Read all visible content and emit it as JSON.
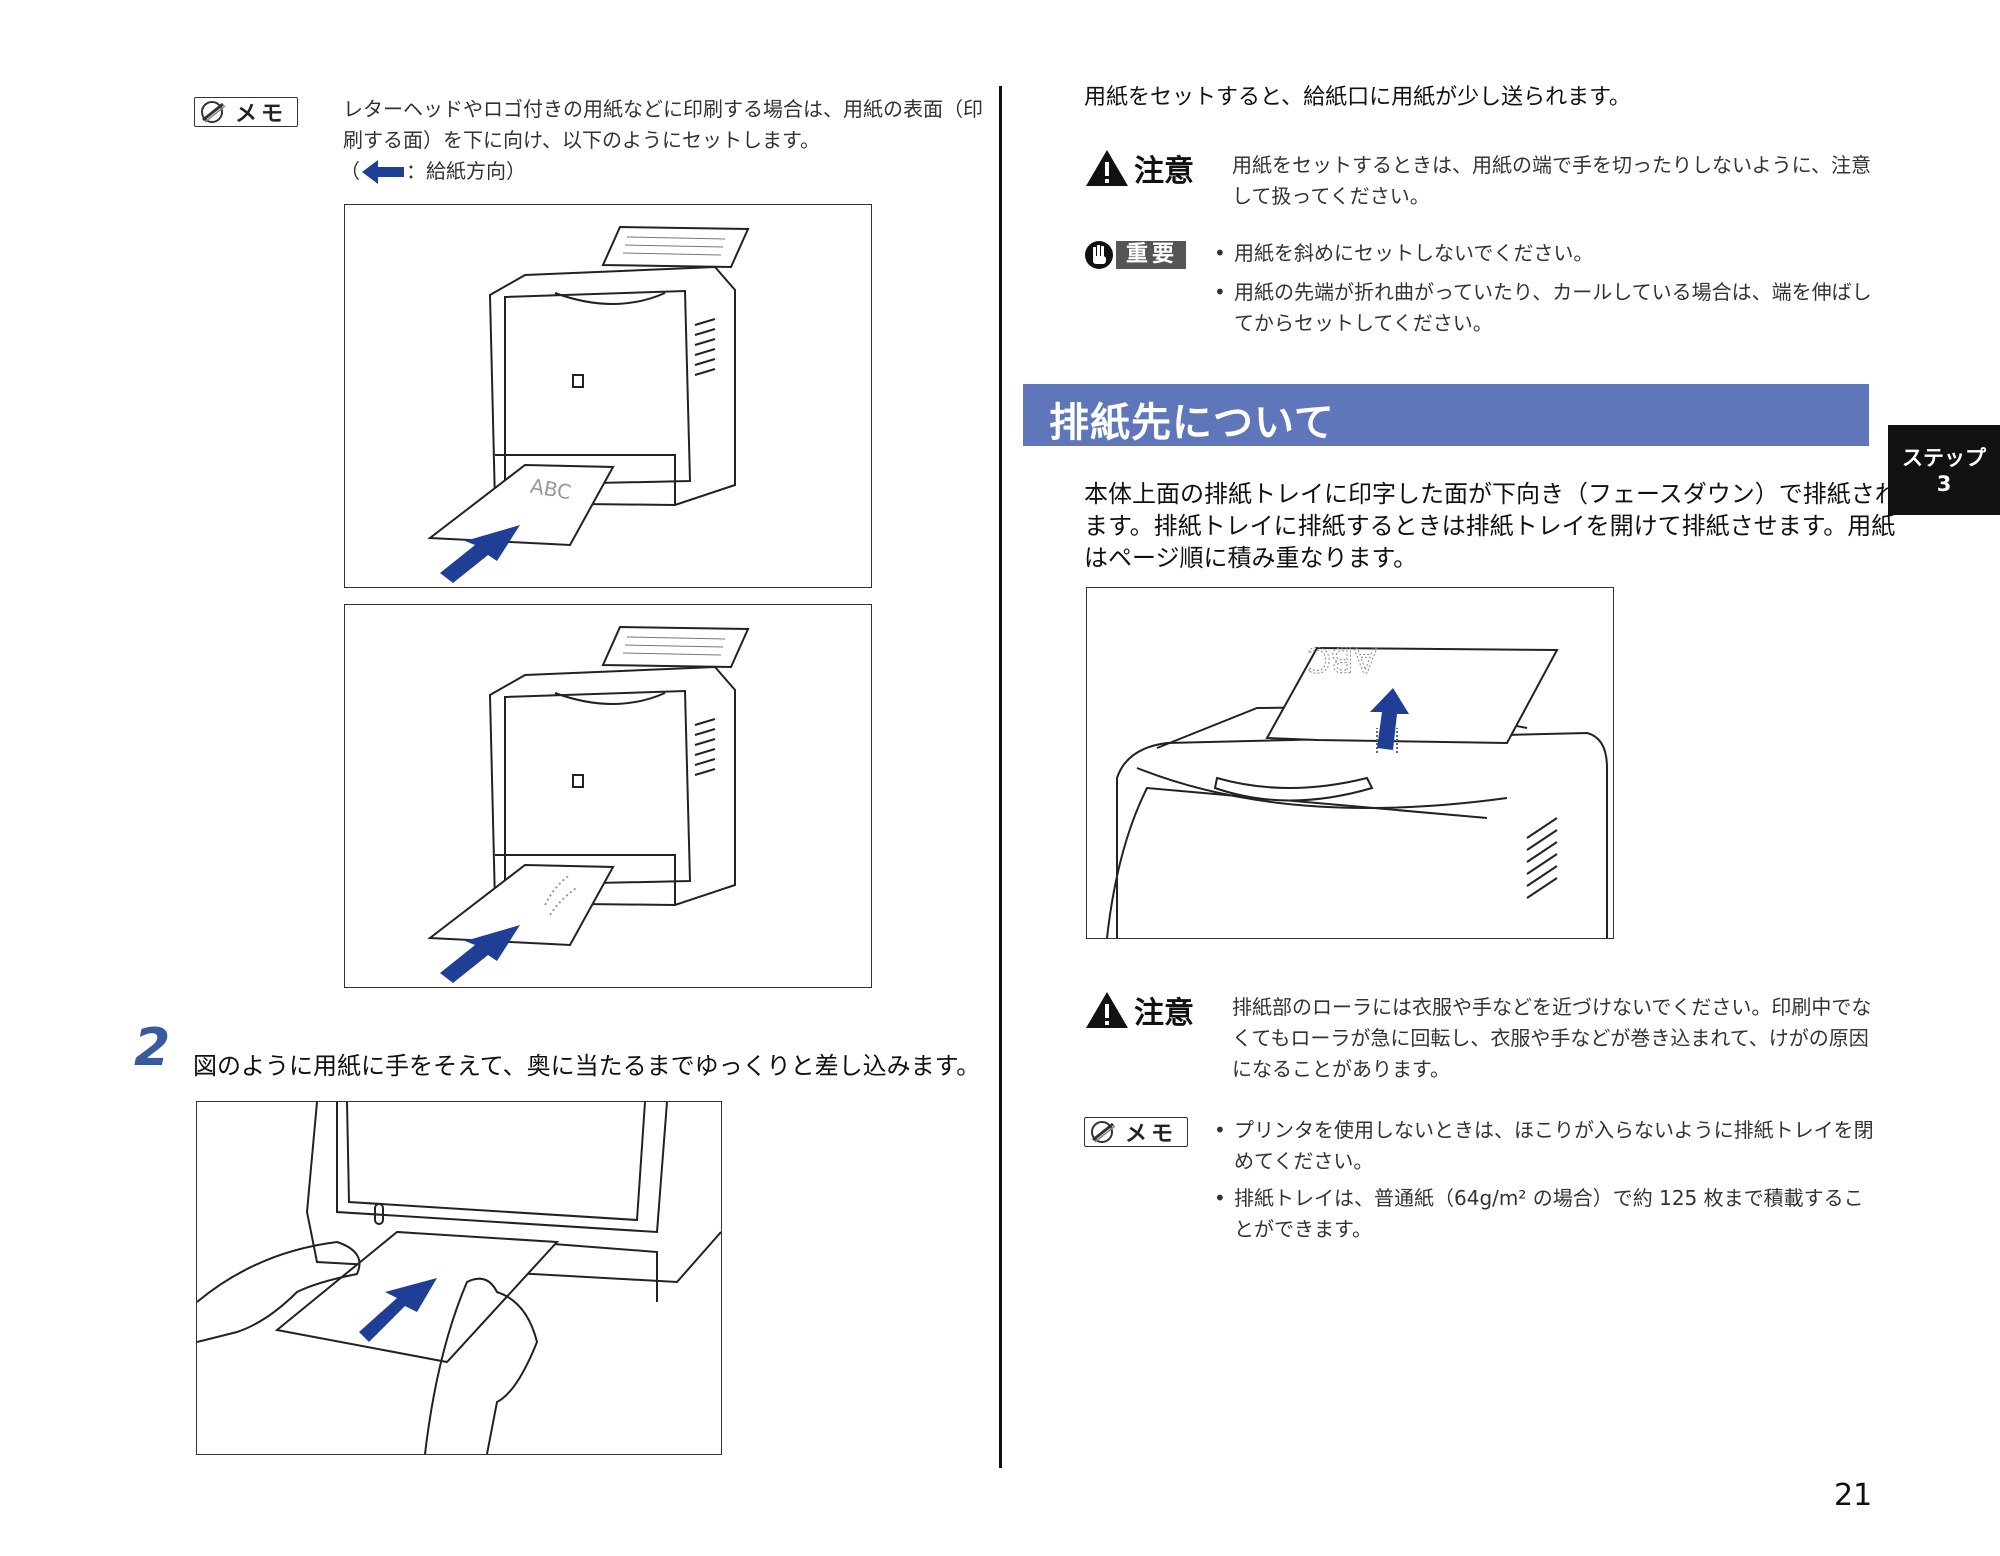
{
  "left": {
    "memo_label": "メモ",
    "memo_text_1": "レターヘッドやロゴ付きの用紙などに印刷する場合は、用紙の表面（印",
    "memo_text_2": "刷する面）を下に向け、以下のようにセットします。",
    "memo_text_3_prefix": "（",
    "memo_text_3_suffix": "：給紙方向）",
    "step_number": "2",
    "step_text": "図のように用紙に手をそえて、奥に当たるまでゆっくりと差し込みます。"
  },
  "right": {
    "intro": "用紙をセットすると、給紙口に用紙が少し送られます。",
    "caution_label": "注意",
    "caution1_line1": "用紙をセットするときは、用紙の端で手を切ったりしないように、注意",
    "caution1_line2": "して扱ってください。",
    "important_label": "重要",
    "important_items": [
      {
        "l1": "用紙を斜めにセットしないでください。",
        "l2": ""
      },
      {
        "l1": "用紙の先端が折れ曲がっていたり、カールしている場合は、端を伸ばし",
        "l2": "てからセットしてください。"
      }
    ],
    "section_title": "排紙先について",
    "section_body_1": "本体上面の排紙トレイに印字した面が下向き（フェースダウン）で排紙され",
    "section_body_2": "ます。排紙トレイに排紙するときは排紙トレイを開けて排紙させます。用紙",
    "section_body_3": "はページ順に積み重なります。",
    "caution2_line1": "排紙部のローラには衣服や手などを近づけないでください。印刷中でな",
    "caution2_line2": "くてもローラが急に回転し、衣服や手などが巻き込まれて、けがの原因",
    "caution2_line3": "になることがあります。",
    "memo_label": "メモ",
    "memo_items": [
      {
        "l1": "プリンタを使用しないときは、ほこりが入らないように排紙トレイを閉",
        "l2": "めてください。"
      },
      {
        "l1": "排紙トレイは、普通紙（64g/m² の場合）で約 125 枚まで積載するこ",
        "l2": "とができます。"
      }
    ]
  },
  "tab": {
    "line1": "ステップ",
    "line2": "3"
  },
  "page_number": "21",
  "figure_text": {
    "paper_print": "ABC"
  },
  "colors": {
    "accent_blue": "#1f3f96",
    "section_bar": "#5f77ba"
  }
}
